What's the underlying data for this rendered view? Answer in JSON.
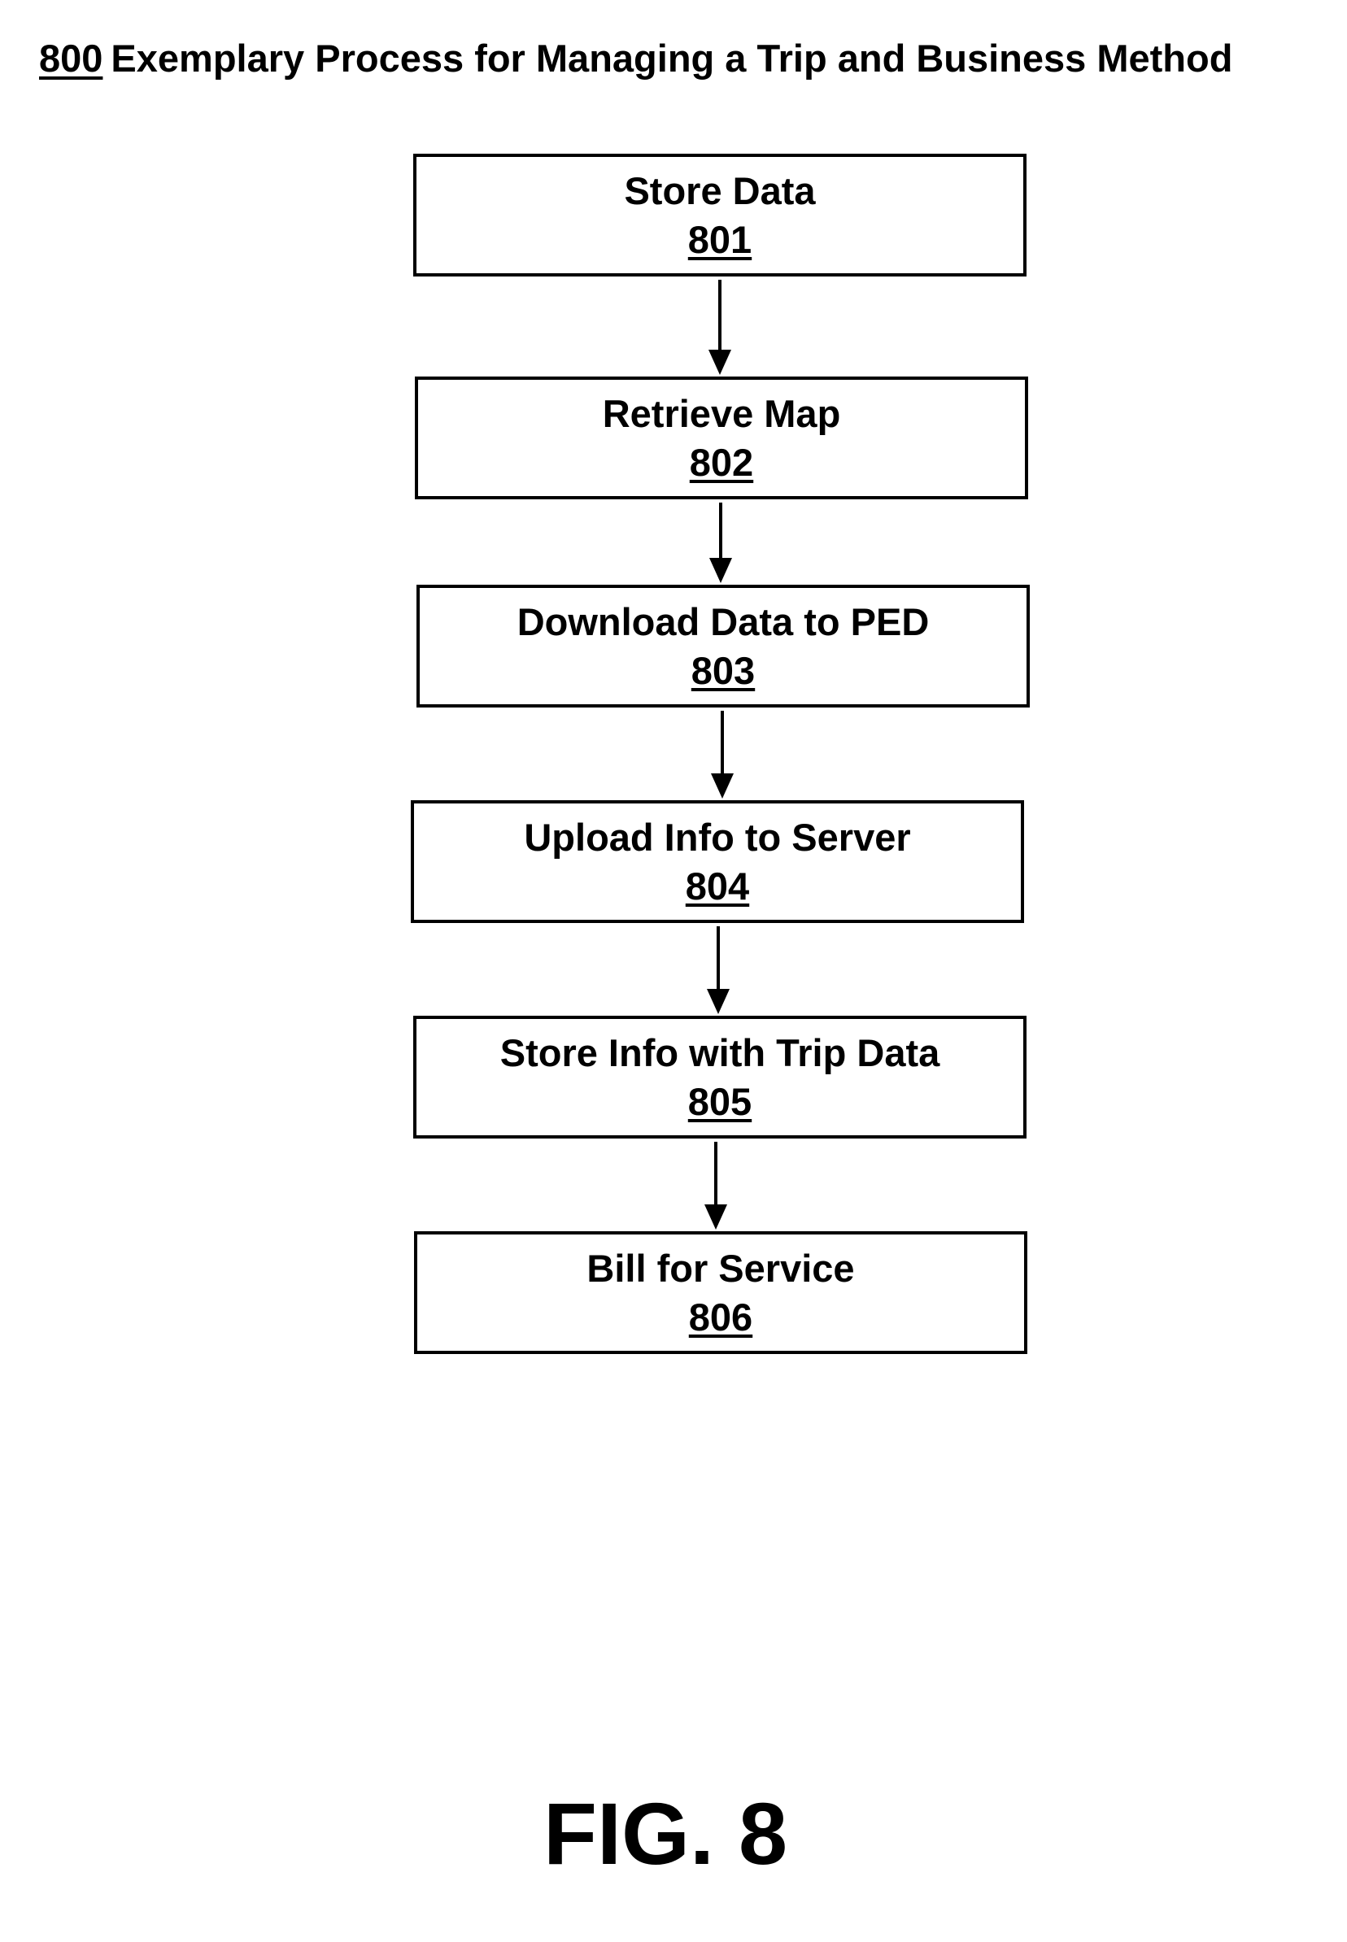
{
  "figure": {
    "ref": "800",
    "title": "Exemplary Process for Managing a Trip and Business Method",
    "label": "FIG. 8"
  },
  "steps": [
    {
      "label": "Store Data",
      "ref": "801"
    },
    {
      "label": "Retrieve Map",
      "ref": "802"
    },
    {
      "label": "Download Data to PED",
      "ref": "803"
    },
    {
      "label": "Upload Info to Server",
      "ref": "804"
    },
    {
      "label": "Store Info with Trip Data",
      "ref": "805"
    },
    {
      "label": "Bill for Service",
      "ref": "806"
    }
  ]
}
